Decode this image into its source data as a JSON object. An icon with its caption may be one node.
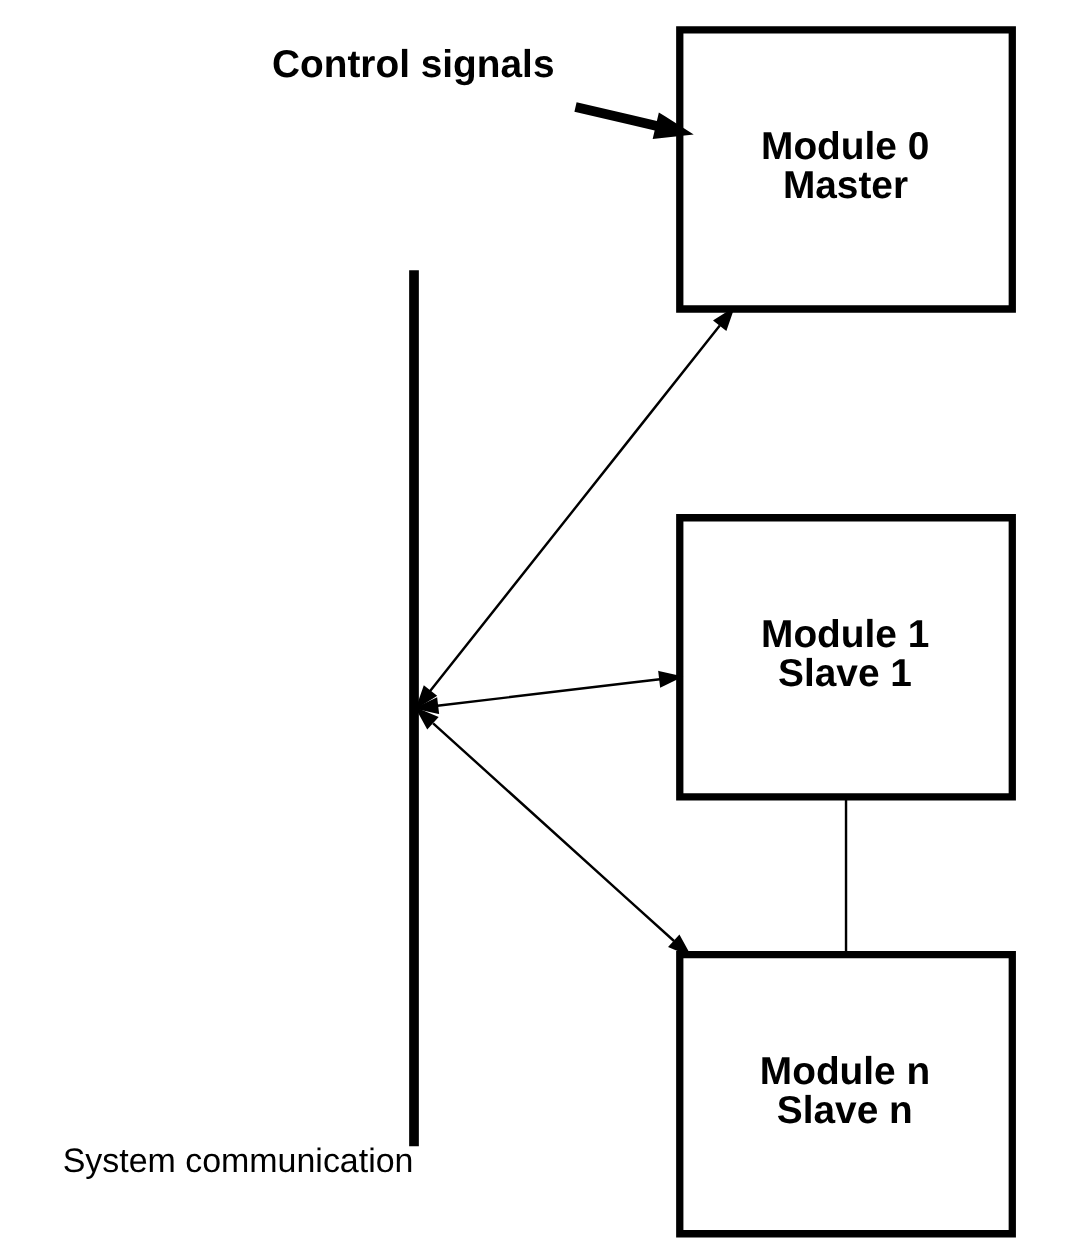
{
  "diagram": {
    "nodes": [
      {
        "text": [
          "Control signals"
        ]
      },
      {
        "text": [
          "Module 0",
          "Master"
        ]
      },
      {
        "text": [
          "Module 1",
          "Slave 1"
        ]
      },
      {
        "text": [
          "Module n",
          "Slave n"
        ]
      },
      {
        "text": [],
        "shape": "bar",
        "beside": [
          "System communication"
        ]
      }
    ],
    "edges": [
      {
        "from": 0,
        "to": 1,
        "arrow": "to",
        "style": "thick"
      },
      {
        "from": 4,
        "to": 1,
        "arrow": "both"
      },
      {
        "from": 4,
        "to": 2,
        "arrow": "both"
      },
      {
        "from": 4,
        "to": 3,
        "arrow": "both"
      },
      {
        "from": 2,
        "to": 3,
        "arrow": "none"
      }
    ]
  }
}
